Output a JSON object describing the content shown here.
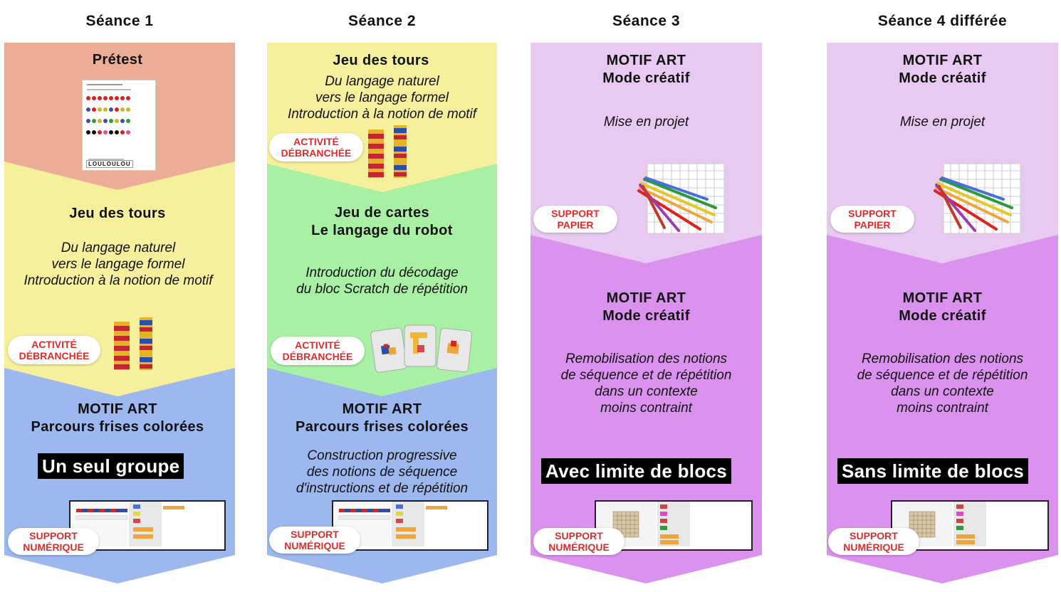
{
  "colors": {
    "salmon": "#ecad97",
    "yellow": "#f6f09c",
    "green": "#a8f0a4",
    "blue": "#9db7ef",
    "lilac": "#e7c9f1",
    "purple": "#da92ee",
    "badge_text": "#e02b2b"
  },
  "sessions": [
    {
      "title": "Séance 1",
      "bands": [
        {
          "title": "Prétest",
          "illustration": "test-sheet-icon",
          "sheet_text": "LOULOULOU"
        },
        {
          "title": "Jeu des tours",
          "desc": [
            "Du langage naturel",
            "vers le langage formel",
            "Introduction à la notion de motif"
          ],
          "badge": [
            "ACTIVITÉ",
            "DÉBRANCHÉE"
          ],
          "illustration": "block-towers-icon"
        },
        {
          "title": [
            "MOTIF ART",
            "Parcours frises colorées"
          ],
          "highlight": "Un seul groupe",
          "badge": [
            "SUPPORT",
            "NUMÉRIQUE"
          ],
          "illustration": "screen-icon"
        }
      ]
    },
    {
      "title": "Séance 2",
      "bands": [
        {
          "title": "Jeu des tours",
          "desc": [
            "Du langage naturel",
            "vers le langage formel",
            "Introduction à la notion de motif"
          ],
          "badge": [
            "ACTIVITÉ",
            "DÉBRANCHÉE"
          ],
          "illustration": "block-towers-icon"
        },
        {
          "title": [
            "Jeu de cartes",
            "Le langage du robot"
          ],
          "desc": [
            "Introduction du décodage",
            "du bloc Scratch de répétition"
          ],
          "badge": [
            "ACTIVITÉ",
            "DÉBRANCHÉE"
          ],
          "illustration": "cards-icon"
        },
        {
          "title": [
            "MOTIF ART",
            "Parcours frises colorées"
          ],
          "desc": [
            "Construction progressive",
            "des notions de séquence",
            "d'instructions et de répétition"
          ],
          "badge": [
            "SUPPORT",
            "NUMÉRIQUE"
          ],
          "illustration": "screen-icon"
        }
      ]
    },
    {
      "title": "Séance 3",
      "bands": [
        {
          "title": [
            "MOTIF ART",
            "Mode créatif"
          ],
          "desc": [
            "Mise en projet"
          ],
          "badge": [
            "SUPPORT",
            "PAPIER"
          ],
          "illustration": "grid-pencils-icon"
        },
        {
          "title": [
            "MOTIF ART",
            "Mode créatif"
          ],
          "desc": [
            "Remobilisation des notions",
            "de séquence et de répétition",
            "dans un contexte",
            "moins contraint"
          ],
          "highlight": "Avec limite de blocs",
          "badge": [
            "SUPPORT",
            "NUMÉRIQUE"
          ],
          "illustration": "screen-icon"
        }
      ]
    },
    {
      "title": "Séance 4 différée",
      "bands": [
        {
          "title": [
            "MOTIF ART",
            "Mode créatif"
          ],
          "desc": [
            "Mise en projet"
          ],
          "badge": [
            "SUPPORT",
            "PAPIER"
          ],
          "illustration": "grid-pencils-icon"
        },
        {
          "title": [
            "MOTIF ART",
            "Mode créatif"
          ],
          "desc": [
            "Remobilisation des notions",
            "de séquence et de répétition",
            "dans un contexte",
            "moins contraint"
          ],
          "highlight": "Sans limite de blocs",
          "badge": [
            "SUPPORT",
            "NUMÉRIQUE"
          ],
          "illustration": "screen-icon"
        }
      ]
    }
  ]
}
